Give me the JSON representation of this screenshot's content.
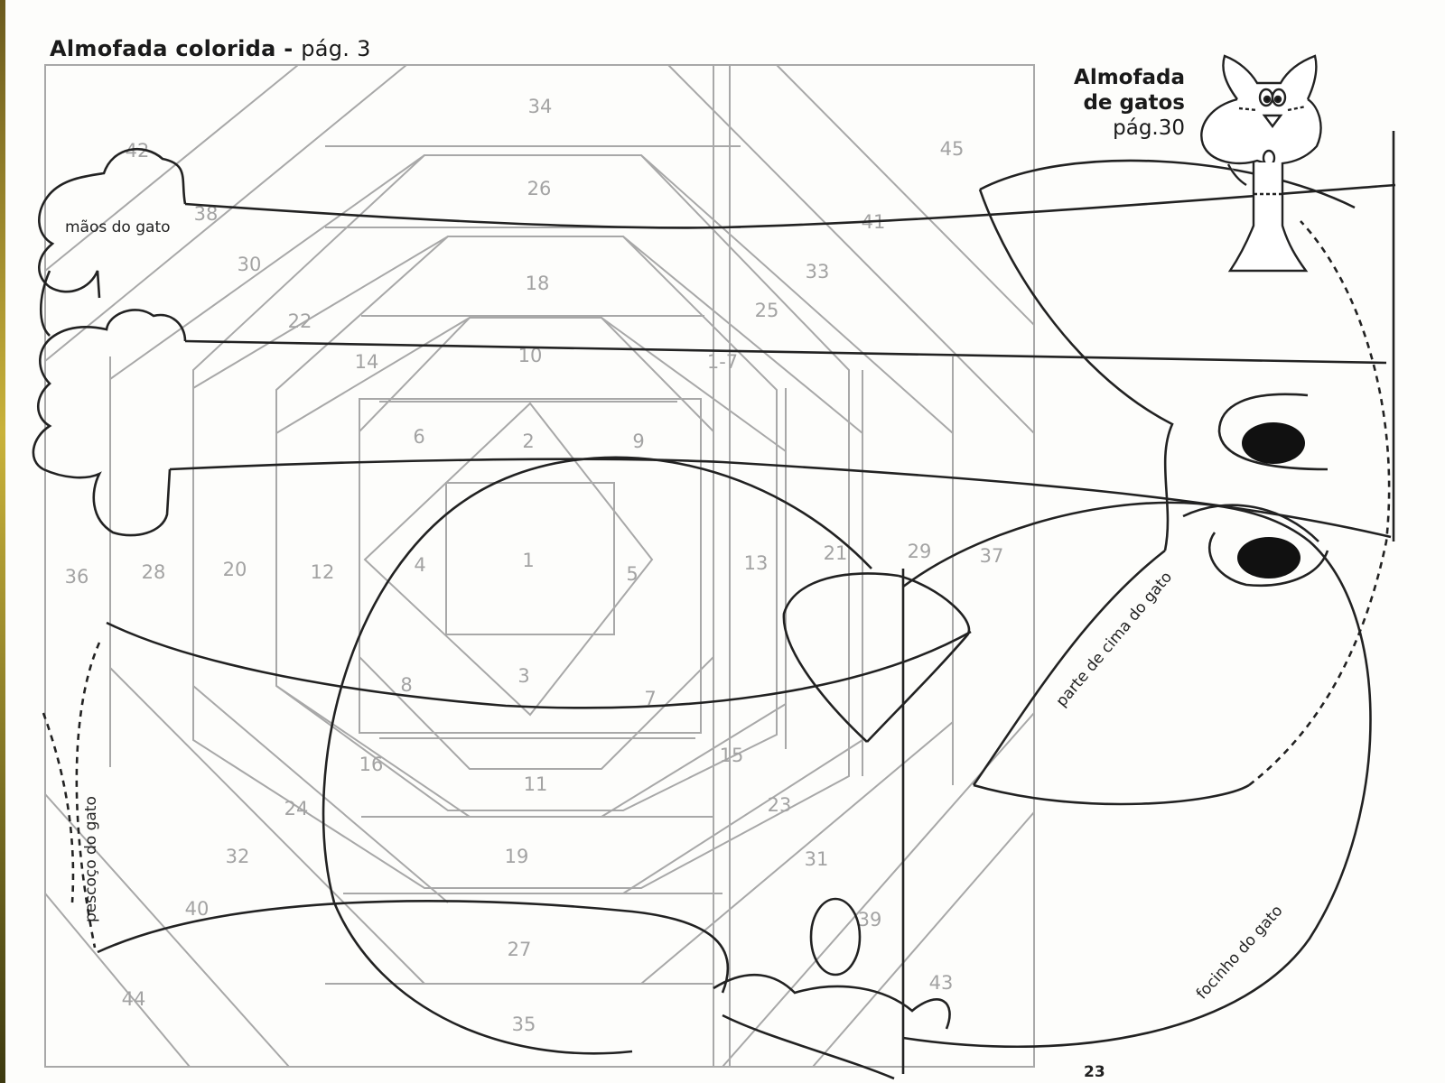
{
  "header": {
    "left_title": "Almofada colorida",
    "left_separator": " - ",
    "left_page_ref": "pág. 3",
    "right_title_line1": "Almofada",
    "right_title_line2": "de gatos",
    "right_page_ref": "pág.30"
  },
  "page_number": "23",
  "pattern": {
    "piece_numbers": [
      "1",
      "2",
      "3",
      "4",
      "5",
      "6",
      "7",
      "8",
      "9",
      "10",
      "11",
      "12",
      "13",
      "14",
      "15",
      "16",
      "1-7",
      "18",
      "19",
      "20",
      "21",
      "22",
      "23",
      "24",
      "25",
      "26",
      "27",
      "28",
      "29",
      "30",
      "31",
      "32",
      "33",
      "34",
      "35",
      "36",
      "37",
      "38",
      "39",
      "40",
      "41",
      "42",
      "43",
      "44",
      "45"
    ]
  },
  "cat_labels": {
    "hands": "mãos do gato",
    "neck": "pescoço do gato",
    "top": "parte de cima do gato",
    "snout": "focinho do gato"
  },
  "icons": [
    "cat-mascot-icon"
  ],
  "colors": {
    "grid_lines": "#a8a8a8",
    "outline": "#222222",
    "numbers": "#a3a3a3"
  }
}
